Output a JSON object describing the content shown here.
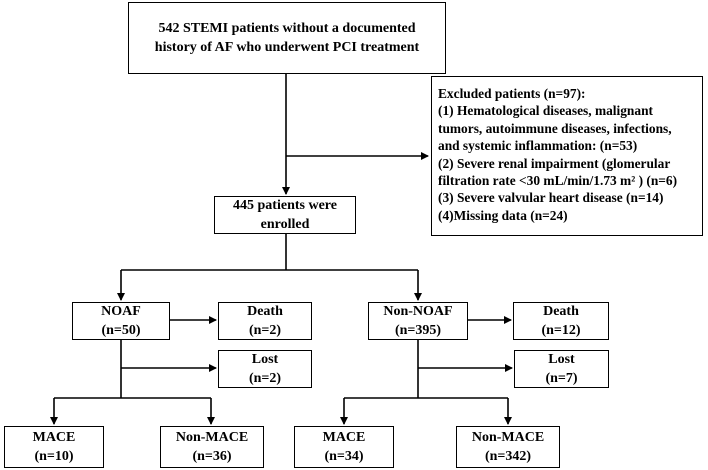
{
  "top": {
    "line1": "542 STEMI patients without a documented",
    "line2": "history of AF who underwent PCI treatment"
  },
  "excluded": {
    "title": "Excluded patients (n=97):",
    "l1": "(1) Hematological diseases, malignant",
    "l2": "tumors, autoimmune diseases, infections,",
    "l3": "and systemic inflammation: (n=53)",
    "l4": "(2) Severe renal impairment (glomerular",
    "l5": "filtration rate <30 mL/min/1.73 m² ) (n=6)",
    "l6": "(3) Severe valvular heart disease (n=14)",
    "l7": "(4)Missing data (n=24)"
  },
  "enrolled": {
    "line1": "445 patients were",
    "line2": "enrolled"
  },
  "noaf": {
    "label": "NOAF",
    "n": "(n=50)"
  },
  "noaf_death": {
    "label": "Death",
    "n": "(n=2)"
  },
  "noaf_lost": {
    "label": "Lost",
    "n": "(n=2)"
  },
  "noaf_mace": {
    "label": "MACE",
    "n": "(n=10)"
  },
  "noaf_nonmace": {
    "label": "Non-MACE",
    "n": "(n=36)"
  },
  "nonnoaf": {
    "label": "Non-NOAF",
    "n": "(n=395)"
  },
  "nonnoaf_death": {
    "label": "Death",
    "n": "(n=12)"
  },
  "nonnoaf_lost": {
    "label": "Lost",
    "n": "(n=7)"
  },
  "nonnoaf_mace": {
    "label": "MACE",
    "n": "(n=34)"
  },
  "nonnoaf_nonmace": {
    "label": "Non-MACE",
    "n": "(n=342)"
  }
}
